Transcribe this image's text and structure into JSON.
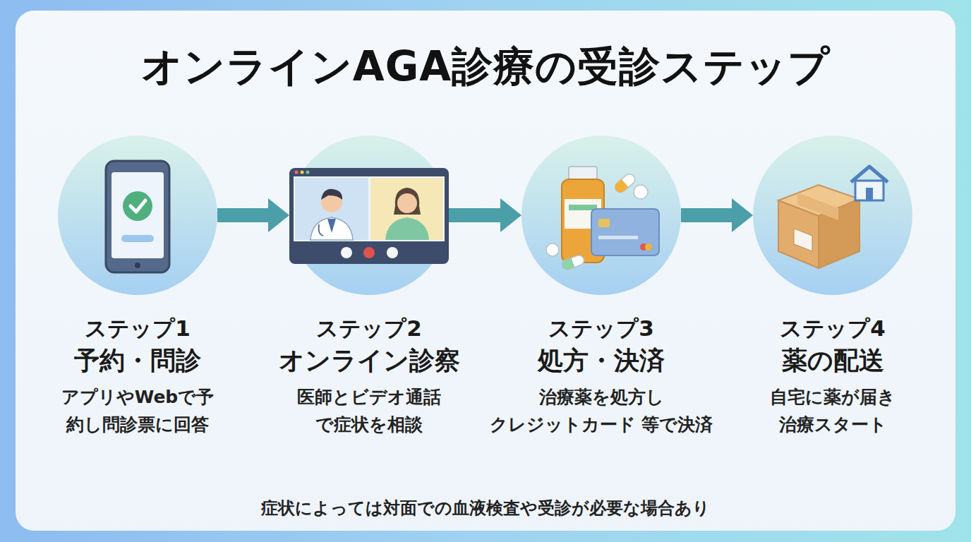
{
  "diagram": {
    "title": "オンラインAGA診療の受診ステップ",
    "caption": "症状によっては対面での血液検査や受診が必要な場合あり",
    "nodes": [
      {
        "text": [
          "ステップ1",
          "予約・問診",
          "アプリやWebで予 約し問診票に回答"
        ]
      },
      {
        "text": [
          "ステップ2",
          "オンライン診察",
          "医師とビデオ通話 で症状を相談"
        ]
      },
      {
        "text": [
          "ステップ3",
          "処方・決済",
          "治療薬を処方し クレジットカード 等で決済"
        ]
      },
      {
        "text": [
          "ステップ4",
          "薬の配送",
          "自宅に薬が届き 治療スタート"
        ]
      }
    ],
    "edges": [
      {
        "from": 0,
        "to": 1,
        "arrow": "to"
      },
      {
        "from": 1,
        "to": 2,
        "arrow": "to"
      },
      {
        "from": 2,
        "to": 3,
        "arrow": "to"
      }
    ]
  }
}
